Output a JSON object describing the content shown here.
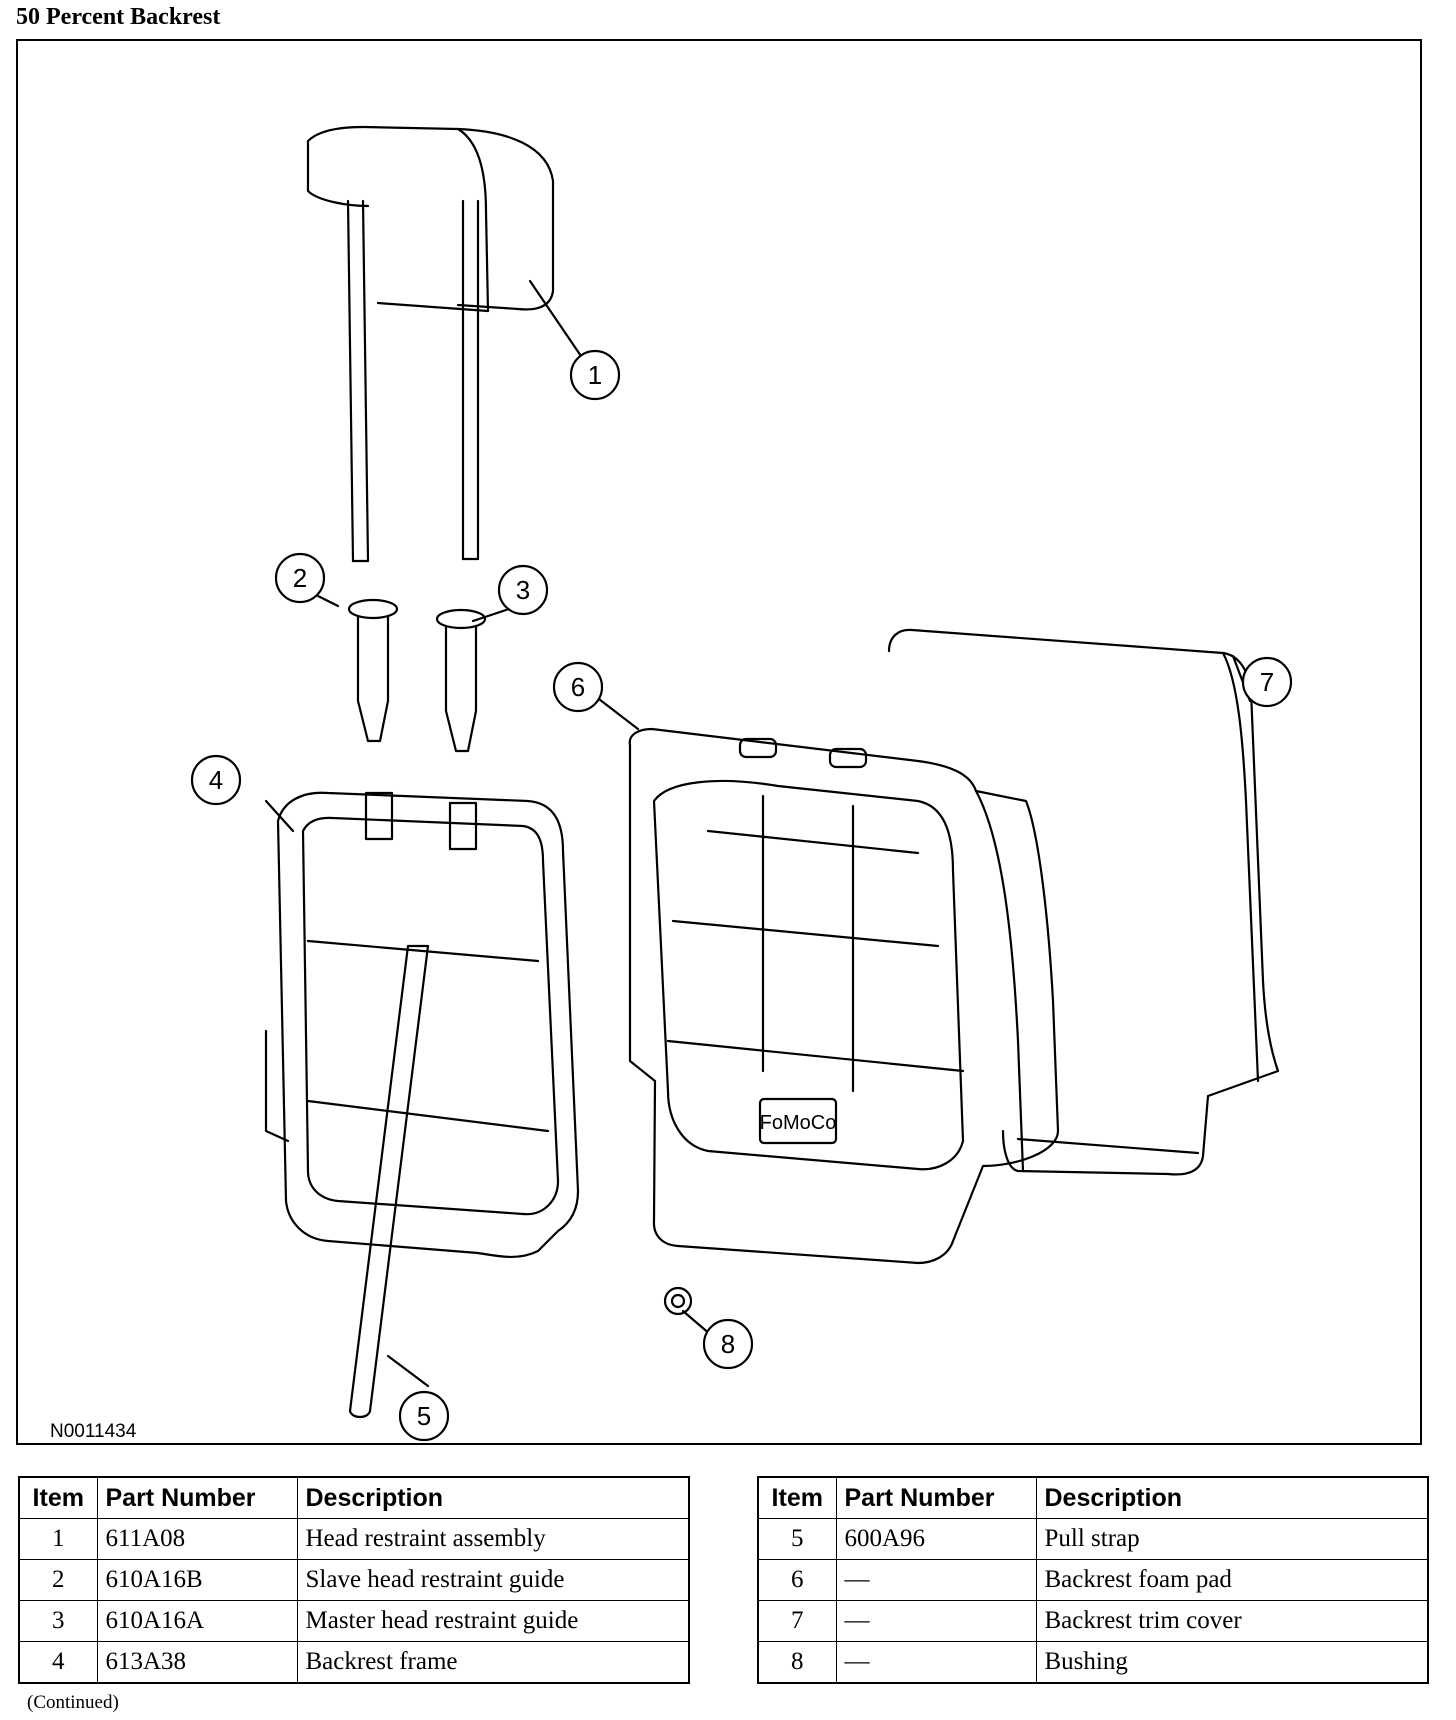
{
  "title": "50 Percent Backrest",
  "figure": {
    "id_label": "N0011434",
    "callouts": [
      "1",
      "2",
      "3",
      "4",
      "5",
      "6",
      "7",
      "8"
    ],
    "logo_text": "FoMoCo"
  },
  "table_headers": {
    "item": "Item",
    "part_number": "Part Number",
    "description": "Description"
  },
  "parts_left": [
    {
      "item": "1",
      "part_number": "611A08",
      "description": "Head restraint assembly"
    },
    {
      "item": "2",
      "part_number": "610A16B",
      "description": "Slave head restraint guide"
    },
    {
      "item": "3",
      "part_number": "610A16A",
      "description": "Master head restraint guide"
    },
    {
      "item": "4",
      "part_number": "613A38",
      "description": "Backrest frame"
    }
  ],
  "parts_right": [
    {
      "item": "5",
      "part_number": "600A96",
      "description": "Pull strap"
    },
    {
      "item": "6",
      "part_number": "—",
      "description": "Backrest foam pad"
    },
    {
      "item": "7",
      "part_number": "—",
      "description": "Backrest trim cover"
    },
    {
      "item": "8",
      "part_number": "—",
      "description": "Bushing"
    }
  ],
  "footer": "(Continued)"
}
